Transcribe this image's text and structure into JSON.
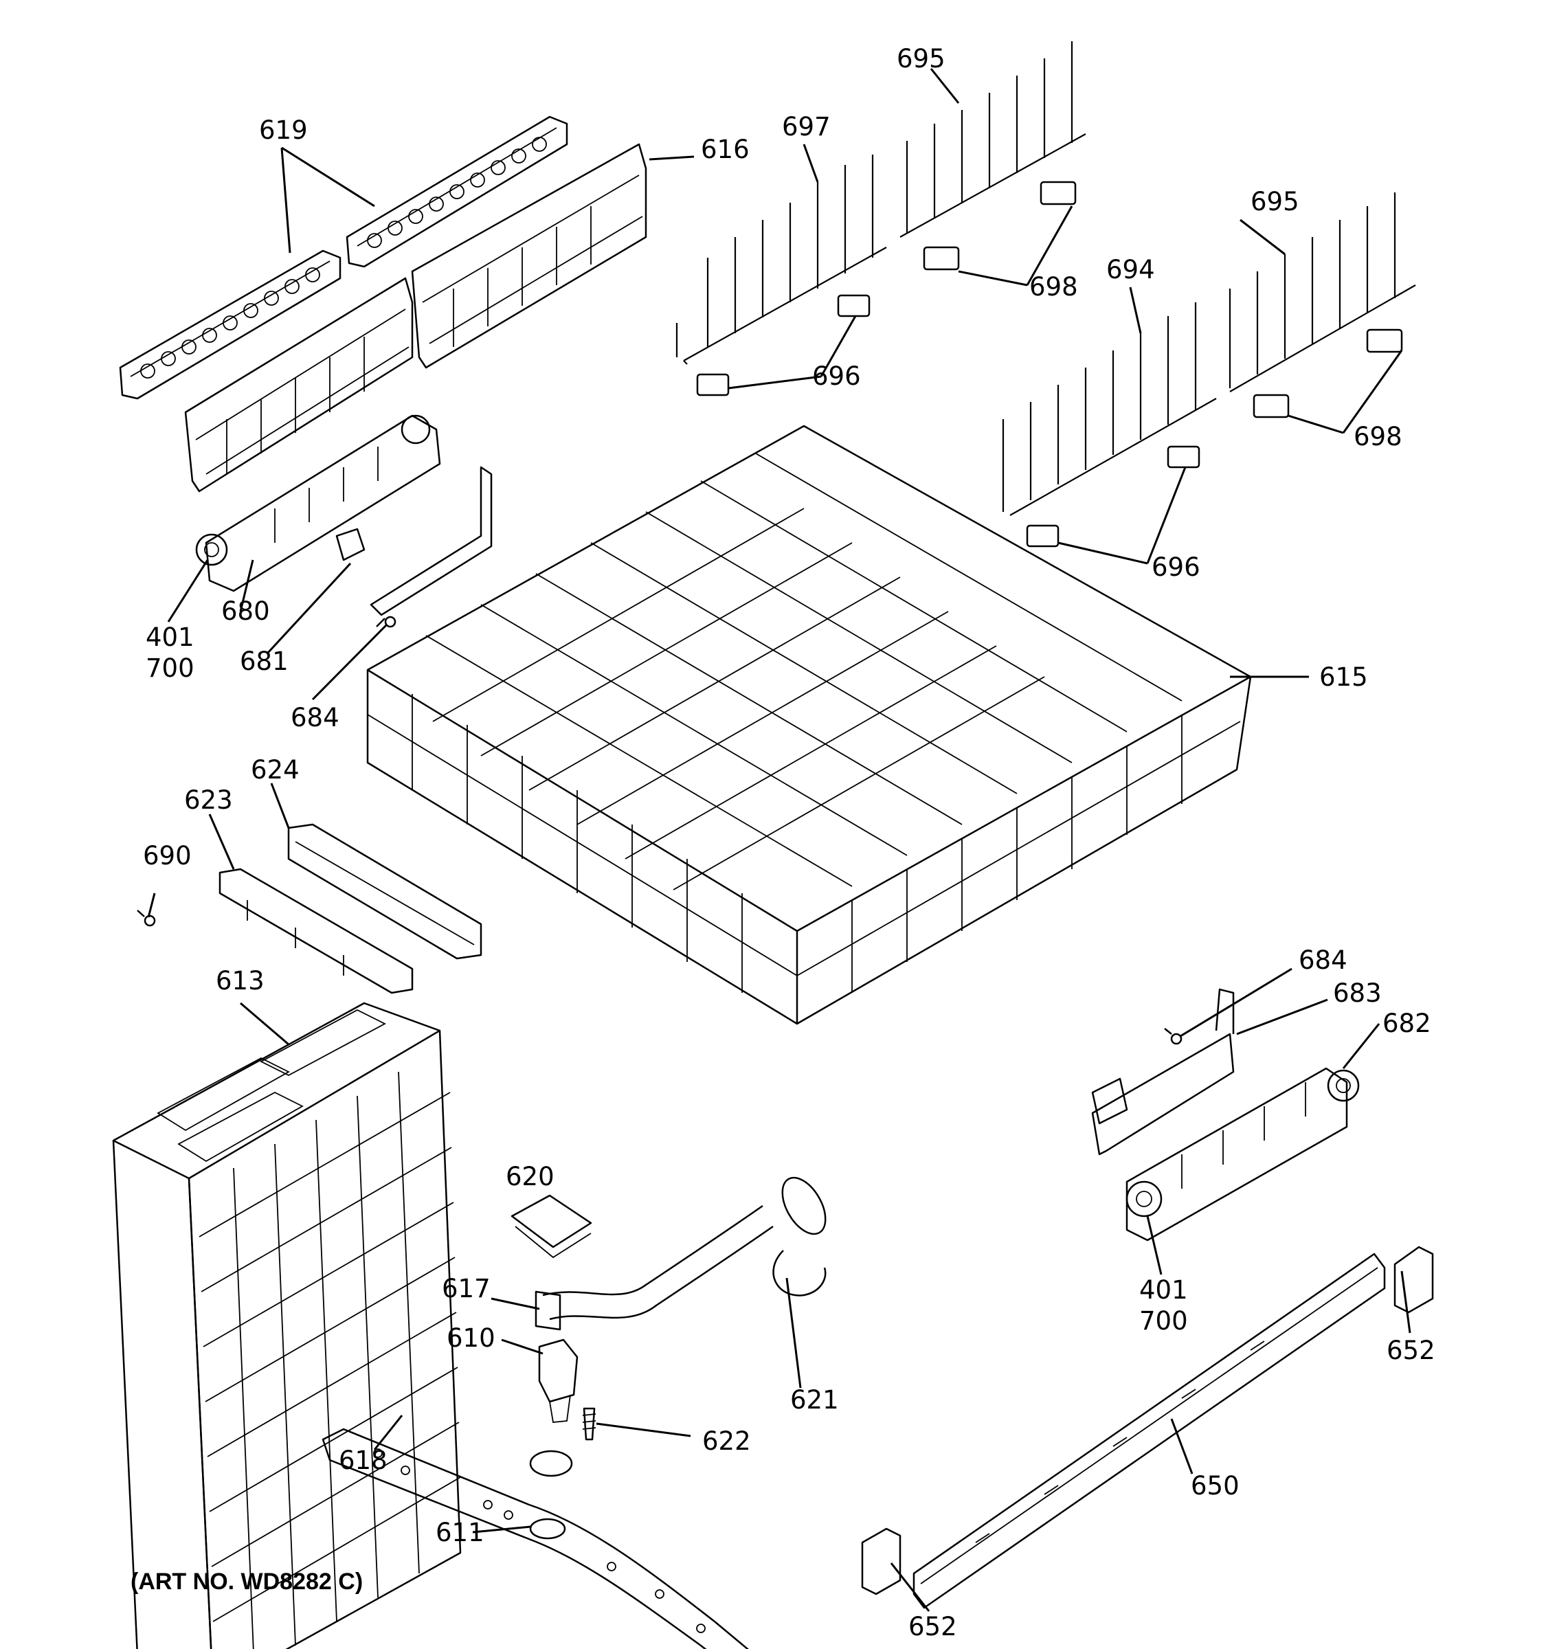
{
  "parts": [
    {
      "id": "p695a",
      "label": "695"
    },
    {
      "id": "p697",
      "label": "697"
    },
    {
      "id": "p619",
      "label": "619"
    },
    {
      "id": "p616",
      "label": "616"
    },
    {
      "id": "p695b",
      "label": "695"
    },
    {
      "id": "p694",
      "label": "694"
    },
    {
      "id": "p698a",
      "label": "698"
    },
    {
      "id": "p696a",
      "label": "696"
    },
    {
      "id": "p698b",
      "label": "698"
    },
    {
      "id": "p696b",
      "label": "696"
    },
    {
      "id": "p401a",
      "label": "401"
    },
    {
      "id": "p700a",
      "label": "700"
    },
    {
      "id": "p680",
      "label": "680"
    },
    {
      "id": "p681",
      "label": "681"
    },
    {
      "id": "p684a",
      "label": "684"
    },
    {
      "id": "p615",
      "label": "615"
    },
    {
      "id": "p624",
      "label": "624"
    },
    {
      "id": "p623",
      "label": "623"
    },
    {
      "id": "p690",
      "label": "690"
    },
    {
      "id": "p613",
      "label": "613"
    },
    {
      "id": "p684b",
      "label": "684"
    },
    {
      "id": "p683",
      "label": "683"
    },
    {
      "id": "p682",
      "label": "682"
    },
    {
      "id": "p620",
      "label": "620"
    },
    {
      "id": "p617",
      "label": "617"
    },
    {
      "id": "p610",
      "label": "610"
    },
    {
      "id": "p621",
      "label": "621"
    },
    {
      "id": "p401b",
      "label": "401"
    },
    {
      "id": "p700b",
      "label": "700"
    },
    {
      "id": "p652a",
      "label": "652"
    },
    {
      "id": "p622",
      "label": "622"
    },
    {
      "id": "p618",
      "label": "618"
    },
    {
      "id": "p650",
      "label": "650"
    },
    {
      "id": "p611",
      "label": "611"
    },
    {
      "id": "p652b",
      "label": "652"
    }
  ],
  "art_number": "(ART NO. WD8282 C)"
}
